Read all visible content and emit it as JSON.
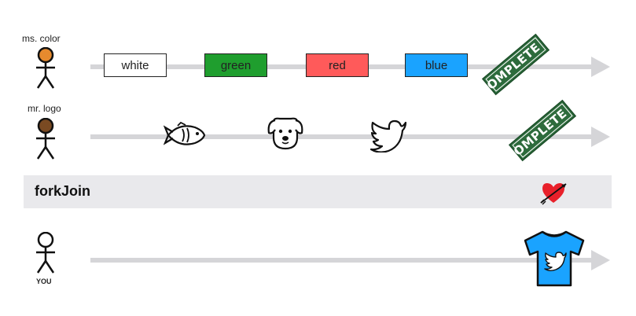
{
  "actors": [
    {
      "name": "ms. color",
      "head_color": "#e68a2e"
    },
    {
      "name": "mr. logo",
      "head_color": "#7a4a22"
    },
    {
      "name": "YOU",
      "head_color": "#ffffff"
    }
  ],
  "streams": {
    "color": {
      "values": [
        {
          "label": "white",
          "color": "#ffffff"
        },
        {
          "label": "green",
          "color": "#1f9e2e"
        },
        {
          "label": "red",
          "color": "#ff5a5a"
        },
        {
          "label": "blue",
          "color": "#1aa3ff"
        }
      ],
      "complete_label": "COMPLETE ✓"
    },
    "logo": {
      "icons": [
        "fish-icon",
        "dog-icon",
        "bird-icon"
      ],
      "complete_label": "COMPLETE ✓"
    }
  },
  "operator": {
    "name": "forkJoin",
    "icon": "heart-arrow-icon",
    "icon_color": "#e8202a"
  },
  "output": {
    "icon": "tshirt-bird-icon",
    "shirt_color": "#1aa3ff"
  },
  "colors": {
    "timeline": "#d5d5d8",
    "stamp": "#2d6b3c",
    "band": "#e9e9ec"
  }
}
